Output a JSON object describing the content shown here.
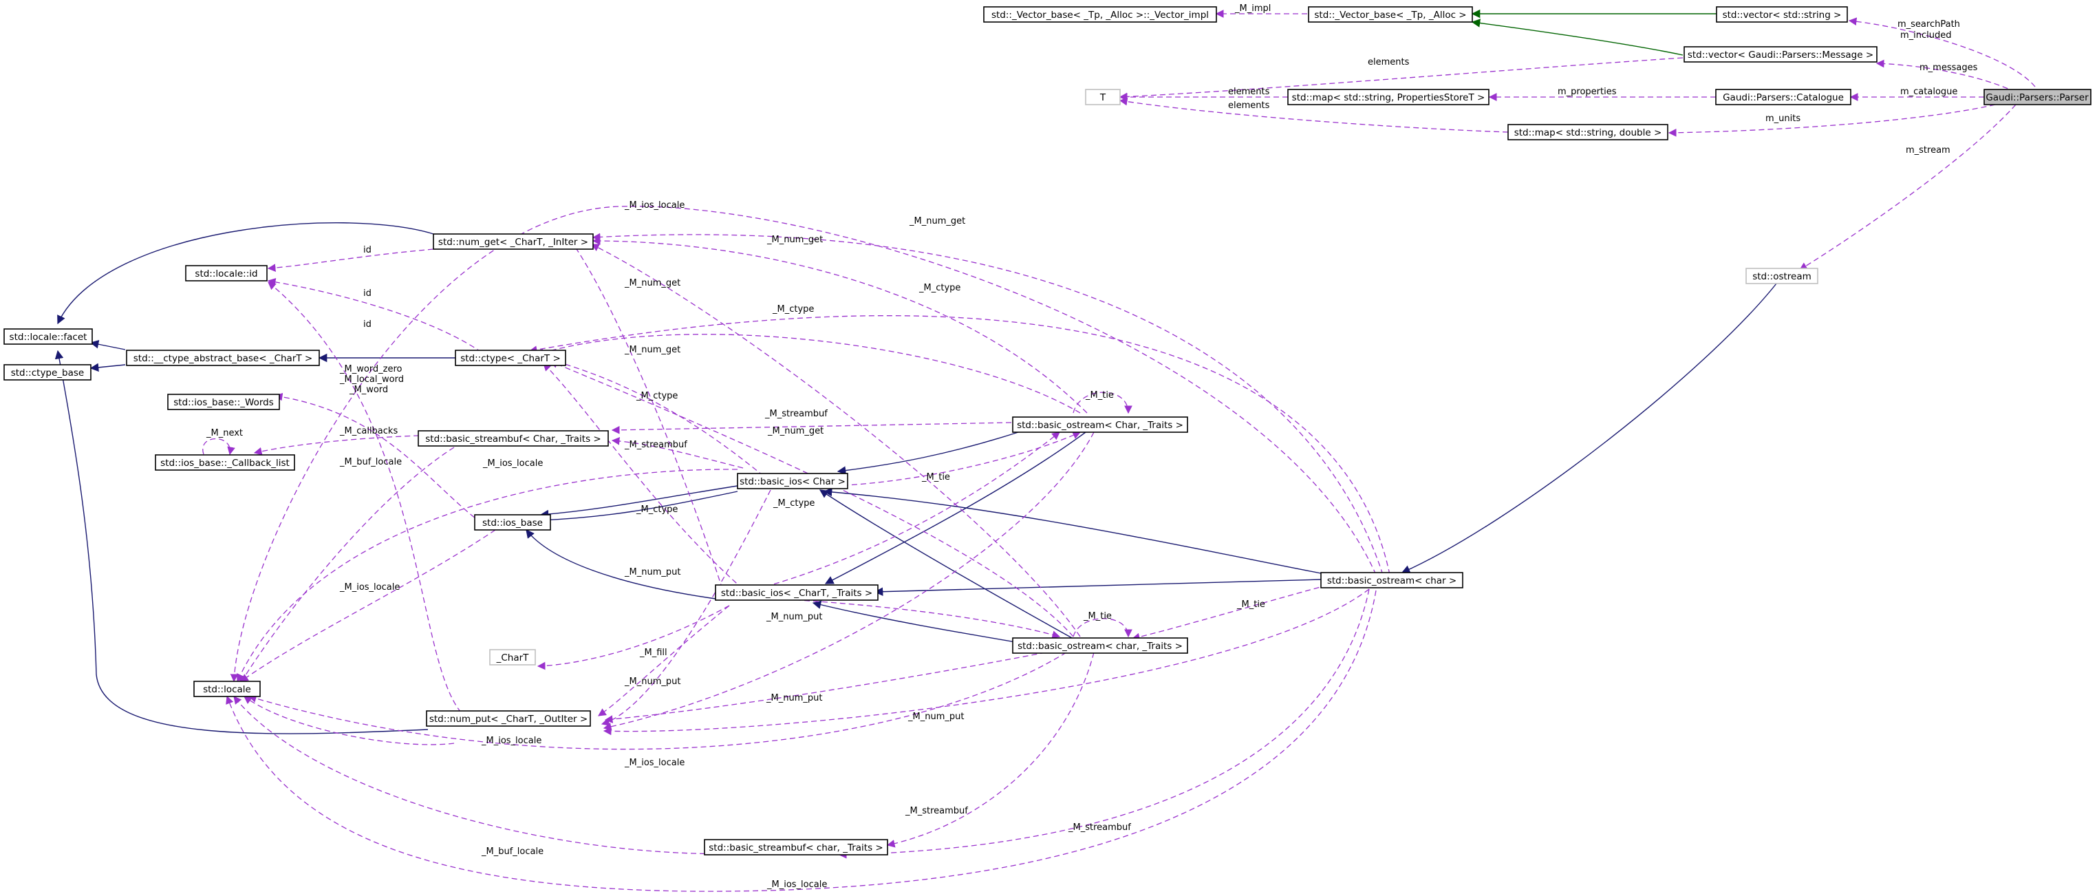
{
  "nodes": [
    {
      "id": "parser",
      "label": "Gaudi::Parsers::Parser",
      "style": "focus"
    },
    {
      "id": "vec_string",
      "label": "std::vector< std::string >",
      "style": "normal"
    },
    {
      "id": "vec_message",
      "label": "std::vector< Gaudi::Parsers::Message >",
      "style": "normal"
    },
    {
      "id": "catalogue",
      "label": "Gaudi::Parsers::Catalogue",
      "style": "normal"
    },
    {
      "id": "vector_base",
      "label": "std::_Vector_base< _Tp, _Alloc >",
      "style": "normal"
    },
    {
      "id": "vector_impl",
      "label": "std::_Vector_base< _Tp, _Alloc >::_Vector_impl",
      "style": "normal"
    },
    {
      "id": "T",
      "label": "T",
      "style": "gray"
    },
    {
      "id": "map_props",
      "label": "std::map< std::string, PropertiesStoreT >",
      "style": "normal"
    },
    {
      "id": "map_double",
      "label": "std::map< std::string, double >",
      "style": "normal"
    },
    {
      "id": "ostream",
      "label": "std::ostream",
      "style": "gray"
    },
    {
      "id": "num_get",
      "label": "std::num_get< _CharT, _InIter >",
      "style": "normal"
    },
    {
      "id": "locale_id",
      "label": "std::locale::id",
      "style": "normal"
    },
    {
      "id": "facet",
      "label": "std::locale::facet",
      "style": "normal"
    },
    {
      "id": "ctype_base",
      "label": "std::ctype_base",
      "style": "normal"
    },
    {
      "id": "ctype_abstract",
      "label": "std::__ctype_abstract_base< _CharT >",
      "style": "normal"
    },
    {
      "id": "ctype",
      "label": "std::ctype< _CharT >",
      "style": "normal"
    },
    {
      "id": "words",
      "label": "std::ios_base::_Words",
      "style": "normal"
    },
    {
      "id": "callback_list",
      "label": "std::ios_base::_Callback_list",
      "style": "normal"
    },
    {
      "id": "bsb_Char",
      "label": "std::basic_streambuf< Char, _Traits >",
      "style": "normal"
    },
    {
      "id": "ios_base",
      "label": "std::ios_base",
      "style": "normal"
    },
    {
      "id": "bos_Char",
      "label": "std::basic_ostream< Char, _Traits >",
      "style": "normal"
    },
    {
      "id": "bios_Char",
      "label": "std::basic_ios< Char >",
      "style": "normal"
    },
    {
      "id": "bios_CharT",
      "label": "std::basic_ios< _CharT, _Traits >",
      "style": "normal"
    },
    {
      "id": "bos_char",
      "label": "std::basic_ostream< char >",
      "style": "normal"
    },
    {
      "id": "CharT",
      "label": "_CharT",
      "style": "gray"
    },
    {
      "id": "bos_char_traits",
      "label": "std::basic_ostream< char, _Traits >",
      "style": "normal"
    },
    {
      "id": "locale",
      "label": "std::locale",
      "style": "normal"
    },
    {
      "id": "num_put",
      "label": "std::num_put< _CharT, _OutIter >",
      "style": "normal"
    },
    {
      "id": "bsb_char",
      "label": "std::basic_streambuf< char, _Traits >",
      "style": "normal"
    }
  ],
  "edge_labels": {
    "m_searchPath": "m_searchPath",
    "m_included": "m_included",
    "m_messages": "m_messages",
    "m_catalogue": "m_catalogue",
    "m_units": "m_units",
    "m_stream": "m_stream",
    "m_properties": "m_properties",
    "M_impl": "_M_impl",
    "elements": "elements",
    "M_ios_locale": "_M_ios_locale",
    "M_num_get": "_M_num_get",
    "M_ctype": "_M_ctype",
    "M_num_put": "_M_num_put",
    "M_streambuf": "_M_streambuf",
    "M_tie": "_M_tie",
    "M_fill": "_M_fill",
    "M_buf_locale": "_M_buf_locale",
    "M_callbacks": "_M_callbacks",
    "M_next": "_M_next",
    "M_word_zero": "_M_word_zero",
    "M_local_word": "_M_local_word",
    "M_word": "_M_word",
    "id": "id"
  },
  "legend_colors": {
    "usage": "#9a32cd",
    "inheritance": "#191970",
    "template": "#006400"
  }
}
